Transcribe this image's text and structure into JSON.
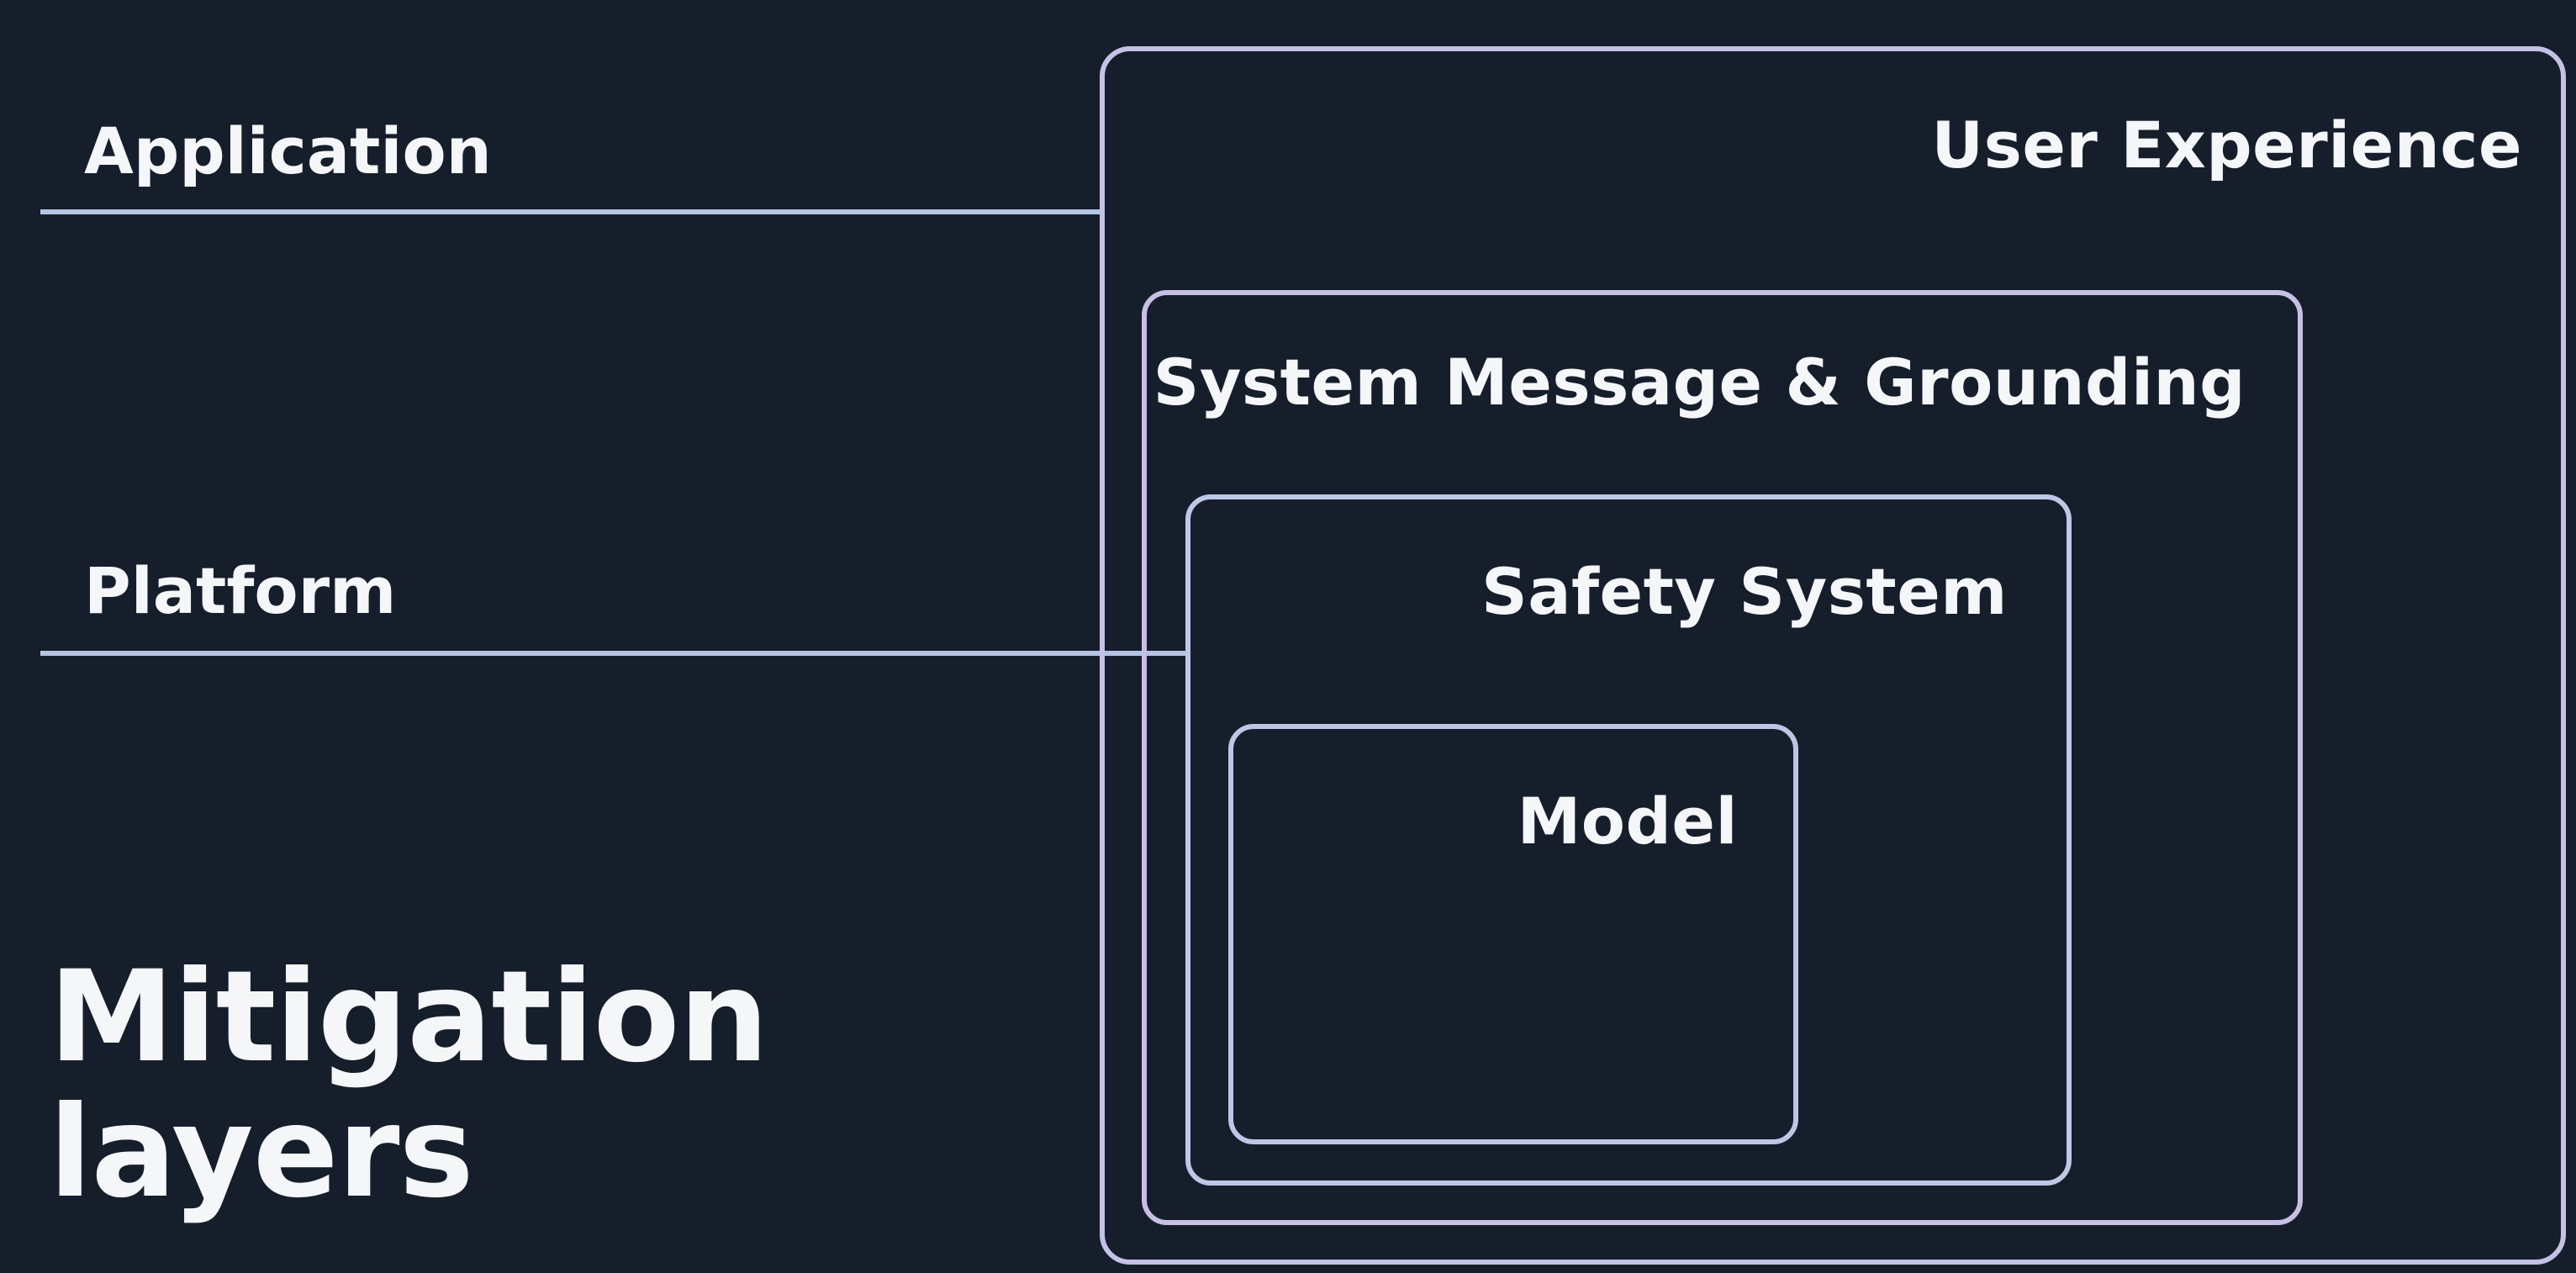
{
  "side_labels": {
    "application": "Application",
    "platform": "Platform"
  },
  "layers": {
    "user_experience": "User Experience",
    "system_message": "System Message & Grounding",
    "safety_system": "Safety System",
    "model": "Model"
  },
  "title": {
    "line1": "Mitigation",
    "line2": "layers"
  },
  "colors": {
    "background": "#151e2a",
    "outline": "#b7c4e3",
    "text": "#f4f6f8"
  }
}
